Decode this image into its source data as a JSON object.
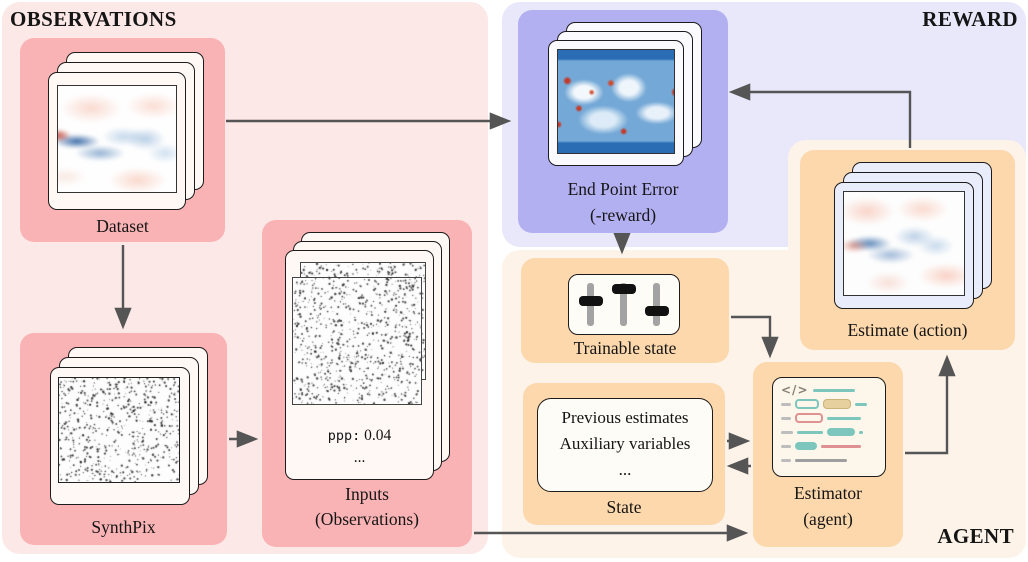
{
  "colors": {
    "region_pink": "#fce8e6",
    "region_lavender": "#e9e8fb",
    "region_cream": "#fdf3e9",
    "node_pink": "#f9b3b5",
    "node_violet": "#b3b0f2",
    "node_orange": "#fcd8ac",
    "card_pink": "#fff8f5",
    "card_blue": "#fafaff",
    "card_periwinkle": "#e9ecfb",
    "arrow": "#555555",
    "ink": "#151515"
  },
  "regions": {
    "observations": {
      "label": "OBSERVATIONS"
    },
    "reward": {
      "label": "REWARD"
    },
    "agent": {
      "label": "AGENT"
    }
  },
  "nodes": {
    "dataset": {
      "label": "Dataset"
    },
    "synthpix": {
      "label": "SynthPix"
    },
    "inputs": {
      "label1": "Inputs",
      "label2": "(Observations)",
      "ppp_key": "ppp:",
      "ppp_value": "0.04",
      "more": "..."
    },
    "epe": {
      "label1": "End Point Error",
      "label2": "(-reward)"
    },
    "trainable": {
      "label": "Trainable state"
    },
    "state": {
      "label": "State",
      "lines": [
        "Previous estimates",
        "Auxiliary variables",
        "..."
      ]
    },
    "estimator": {
      "label1": "Estimator",
      "label2": "(agent)",
      "code_glyph": "</>"
    },
    "estimate": {
      "label": "Estimate (action)"
    }
  }
}
